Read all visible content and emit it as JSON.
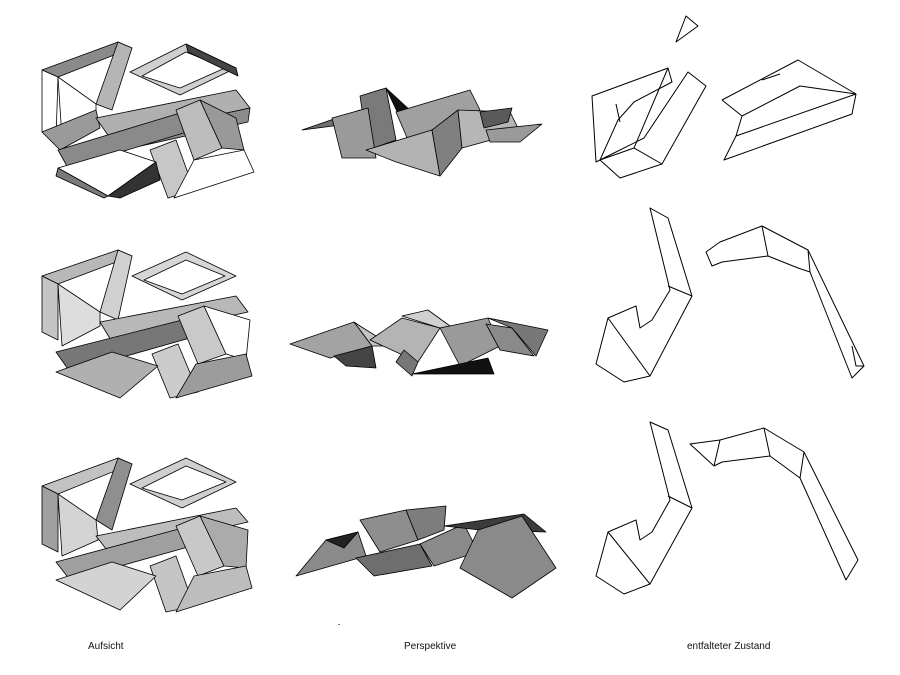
{
  "figure": {
    "columns": [
      {
        "id": "aufsicht",
        "label": "Aufsicht"
      },
      {
        "id": "perspektive",
        "label": "Perspektive"
      },
      {
        "id": "entfaltet",
        "label": "entfalteter Zustand"
      }
    ],
    "rows": [
      {
        "id": "variant-1"
      },
      {
        "id": "variant-2"
      },
      {
        "id": "variant-3"
      }
    ]
  },
  "colors": {
    "light": "#d3d3d3",
    "mid": "#a6a6a6",
    "dark": "#6e6e6e",
    "shadow": "#222222",
    "line": "#000000",
    "white": "#ffffff"
  }
}
